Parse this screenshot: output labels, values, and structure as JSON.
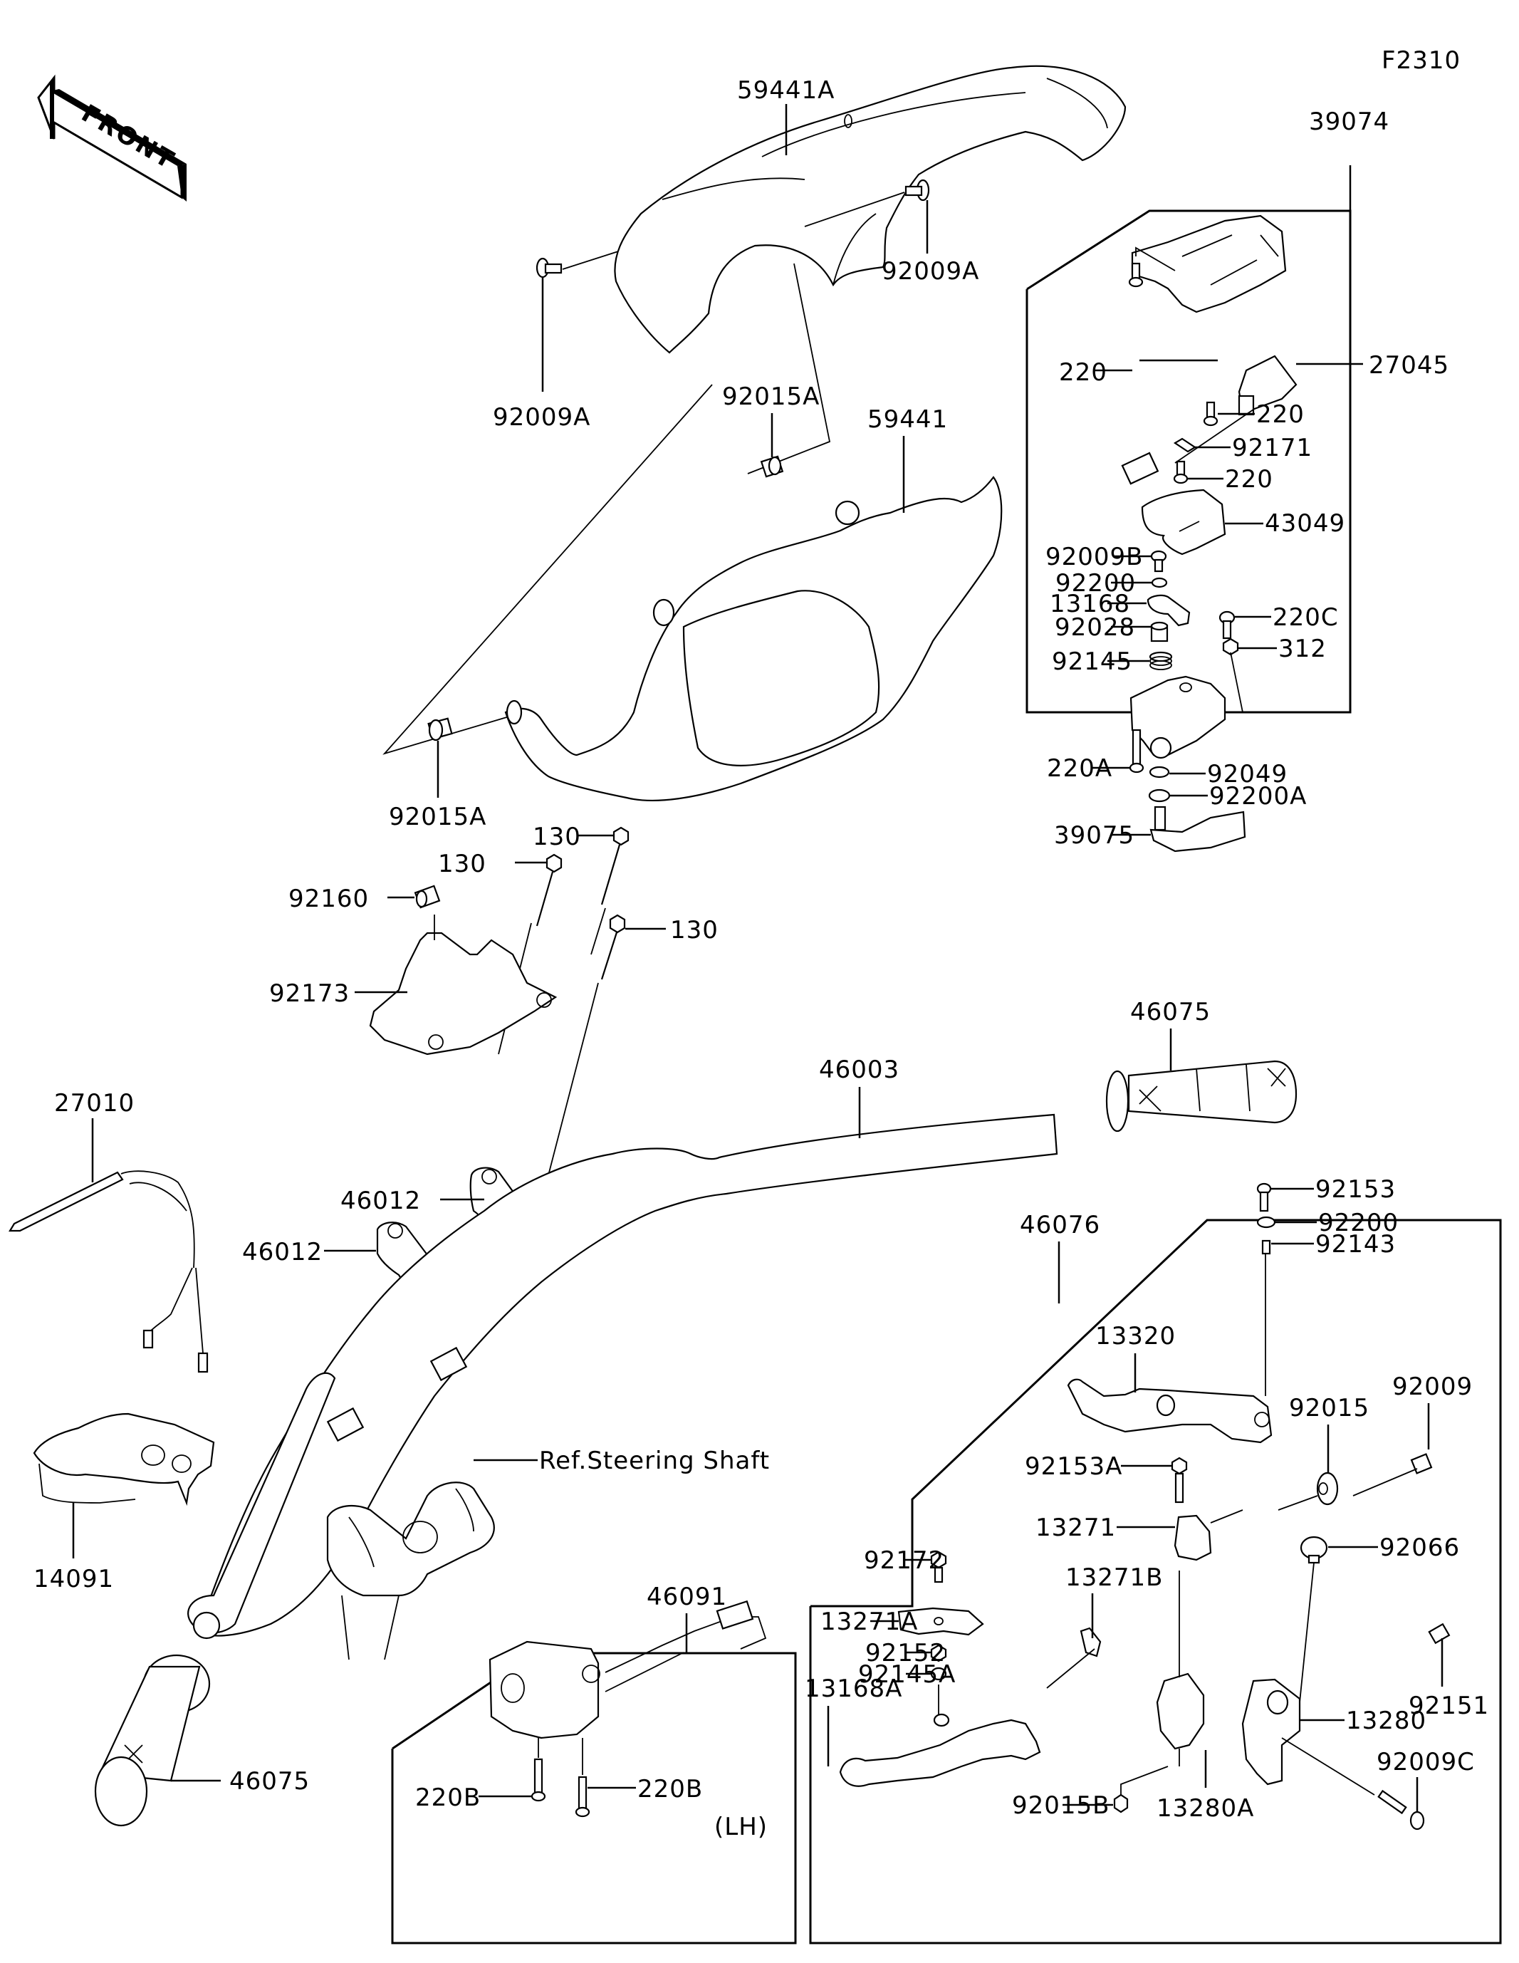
{
  "figure_code": "F2310",
  "front_indicator": "FRONT",
  "reference_note": "Ref.Steering Shaft",
  "side_note": "(LH)",
  "labels": {
    "p59441A": "59441A",
    "p92009A_top": "92009A",
    "p92009A_left": "92009A",
    "p92015A_top": "92015A",
    "p92015A_left": "92015A",
    "p59441": "59441",
    "p39074": "39074",
    "p220_a": "220",
    "p27045": "27045",
    "p220_b": "220",
    "p92171": "92171",
    "p220_c": "220",
    "p43049": "43049",
    "p92009B": "92009B",
    "p92200": "92200",
    "p13168": "13168",
    "p92028": "92028",
    "p220C": "220C",
    "p312": "312",
    "p92145": "92145",
    "p220A": "220A",
    "p92049": "92049",
    "p92200A": "92200A",
    "p39075": "39075",
    "p130_a": "130",
    "p130_b": "130",
    "p130_c": "130",
    "p92160": "92160",
    "p92173": "92173",
    "p27010": "27010",
    "p46012_a": "46012",
    "p46012_b": "46012",
    "p46003": "46003",
    "p46075_right": "46075",
    "p46076": "46076",
    "p92153": "92153",
    "p92200_r": "92200",
    "p92143": "92143",
    "p13320": "13320",
    "p92009": "92009",
    "p92015": "92015",
    "p92153A": "92153A",
    "p13271": "13271",
    "p92066": "92066",
    "p92172": "92172",
    "p13271B": "13271B",
    "p13271A": "13271A",
    "p92152": "92152",
    "p92145A": "92145A",
    "p92151": "92151",
    "p13168A": "13168A",
    "p13280": "13280",
    "p92009C": "92009C",
    "p92015B": "92015B",
    "p13280A": "13280A",
    "p14091": "14091",
    "p46075_left": "46075",
    "p46091": "46091",
    "p220B_a": "220B",
    "p220B_b": "220B"
  }
}
